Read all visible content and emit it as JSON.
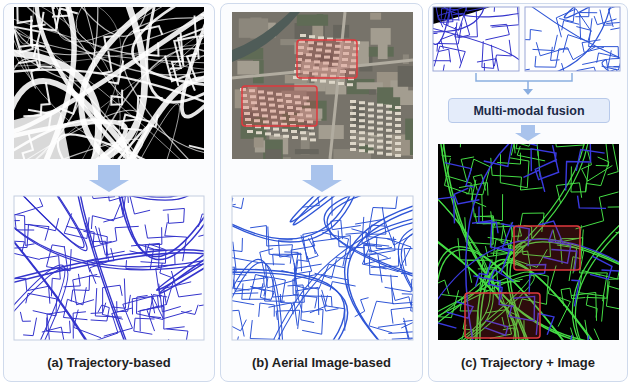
{
  "diagram": {
    "nodes": [
      {
        "text": [
          "(a) Trajectory-based"
        ]
      },
      {
        "text": [
          "(b) Aerial Image-based"
        ]
      },
      {
        "text": [
          "(c) Trajectory + Image"
        ]
      },
      {
        "text": [
          "Multi-modal fusion"
        ],
        "in": 2
      }
    ]
  }
}
